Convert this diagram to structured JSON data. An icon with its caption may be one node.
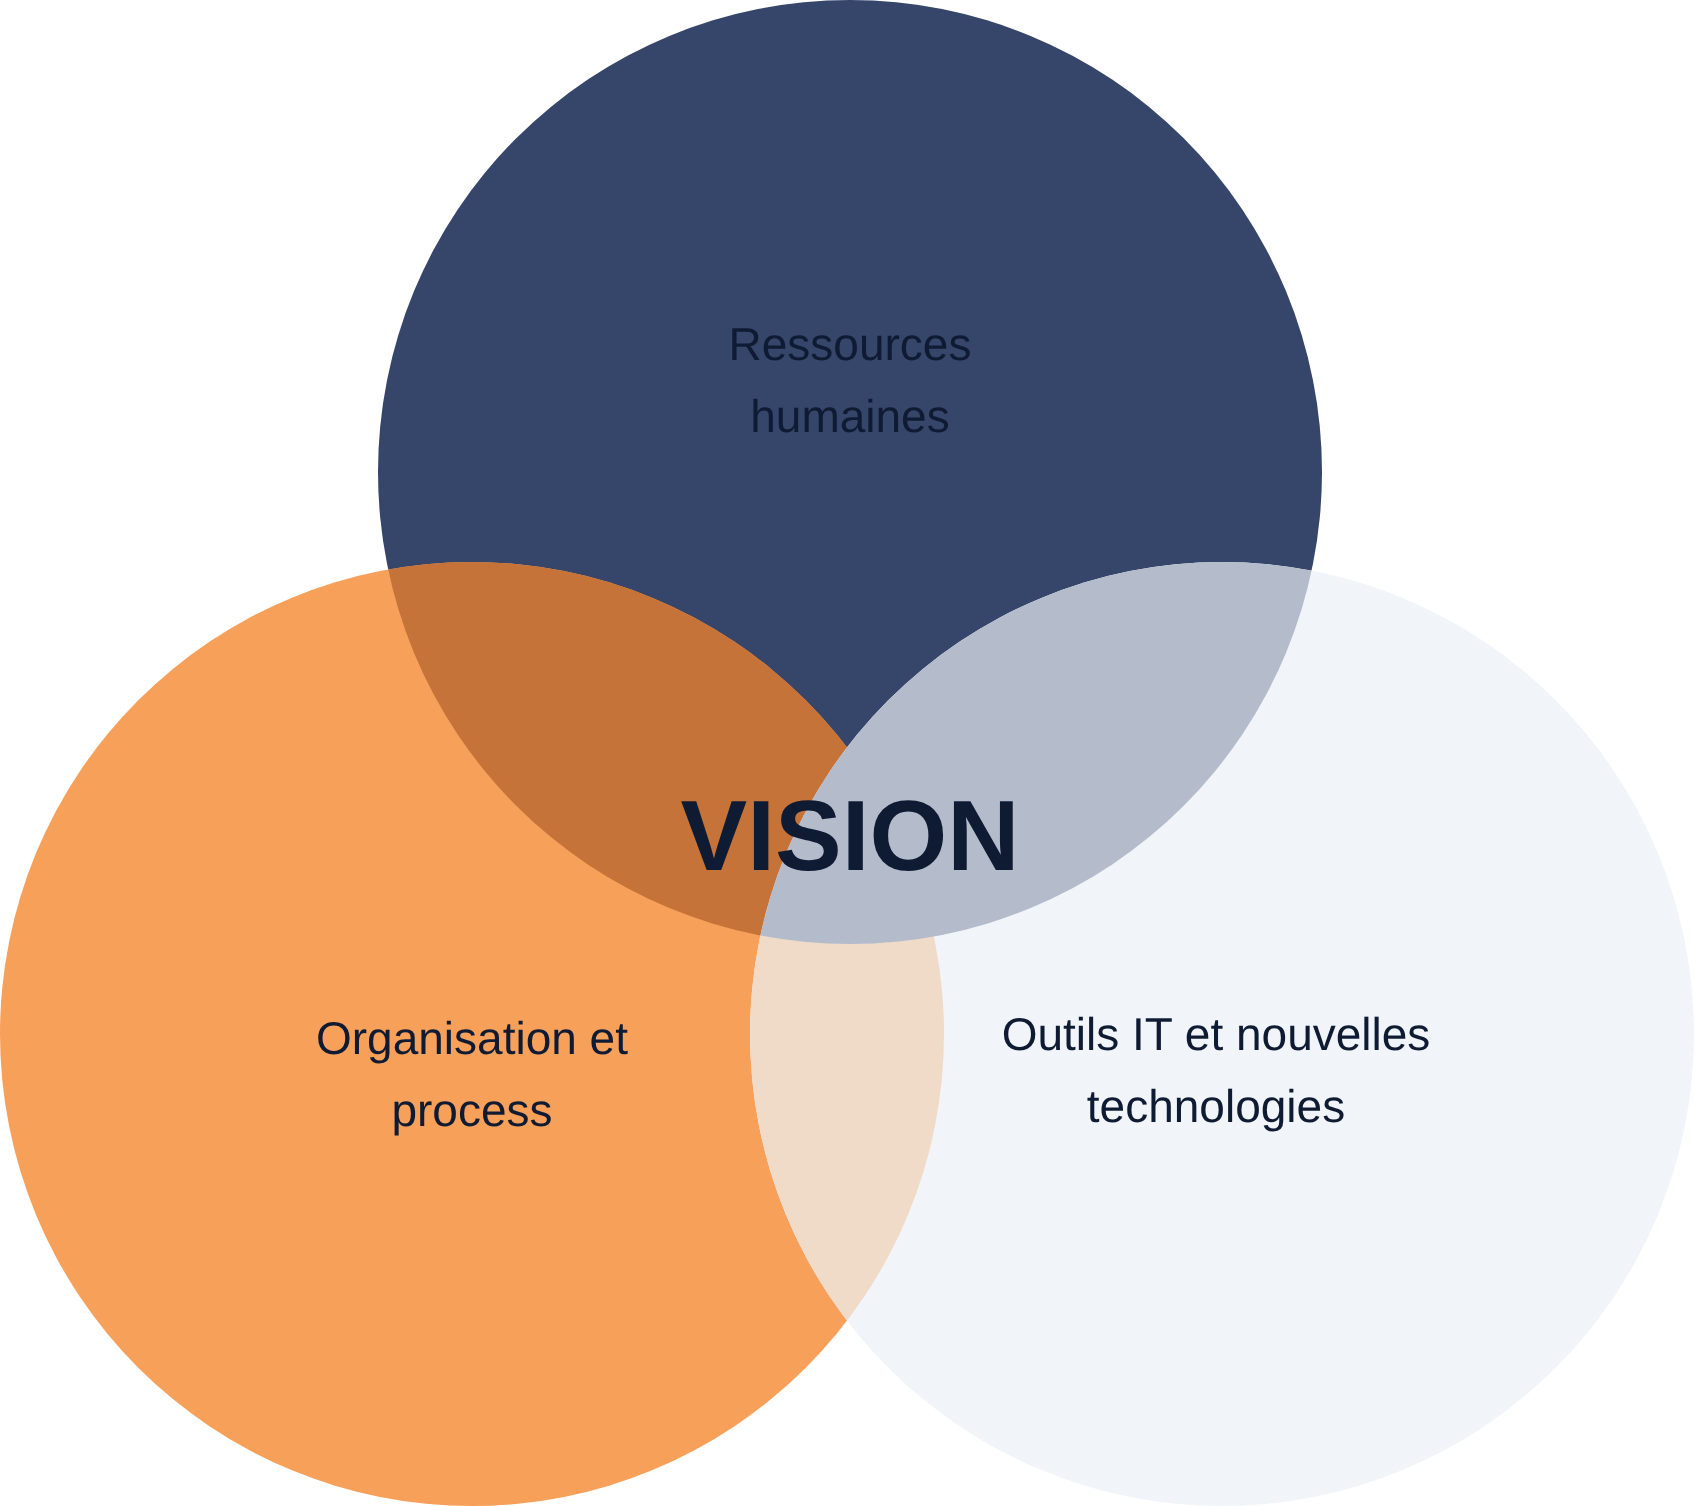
{
  "diagram": {
    "nodes": [
      {
        "text": [
          "Ressources humaines"
        ]
      },
      {
        "text": [
          "Organisation et process"
        ]
      },
      {
        "text": [
          "Outils IT et nouvelles technologies"
        ]
      }
    ],
    "edges": [],
    "labels": [
      "VISION"
    ]
  }
}
